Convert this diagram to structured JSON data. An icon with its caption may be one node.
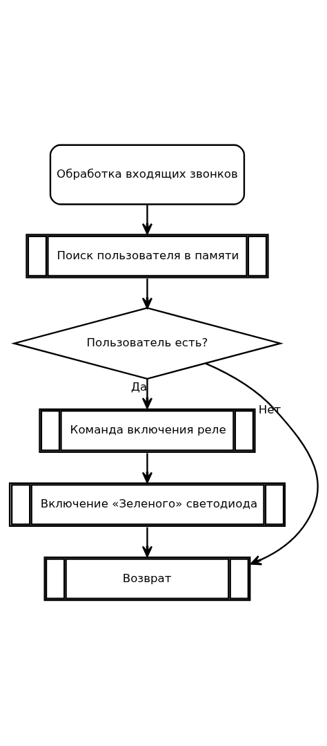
{
  "diagram": {
    "nodes": [
      {
        "text": [
          "Обработка входящих звонков"
        ]
      },
      {
        "text": [
          "Поиск пользователя в памяти"
        ]
      },
      {
        "text": [
          "Пользователь есть?"
        ]
      },
      {
        "text": [
          "Команда включения реле"
        ]
      },
      {
        "text": [
          "Включение «Зеленого» светодиода"
        ]
      },
      {
        "text": [
          "Возврат"
        ]
      }
    ],
    "edges": [
      {
        "from": 0,
        "to": 1,
        "arrow": "to"
      },
      {
        "from": 1,
        "to": 2,
        "arrow": "to"
      },
      {
        "from": 2,
        "to": 3,
        "arrow": "to",
        "label": "Да"
      },
      {
        "from": 3,
        "to": 4,
        "arrow": "to"
      },
      {
        "from": 2,
        "to": 5,
        "arrow": "to",
        "label": "Нет"
      },
      {
        "from": 4,
        "to": 5,
        "arrow": "to"
      }
    ]
  }
}
